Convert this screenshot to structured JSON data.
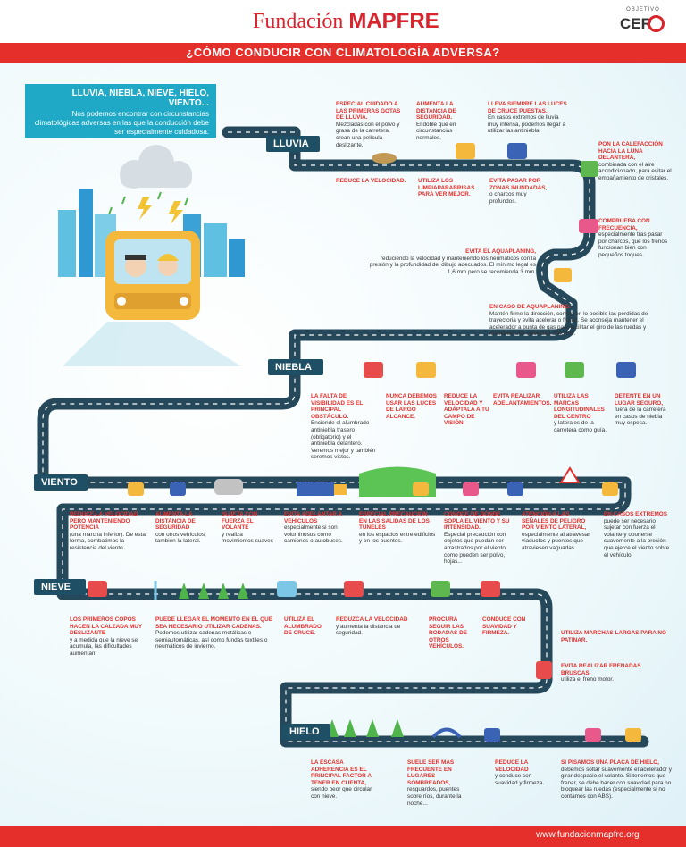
{
  "header": {
    "brand_serif": "Fundación",
    "brand_bold": "MAPFRE",
    "objective_small": "OBJETIVO",
    "objective_big": "CER"
  },
  "title": "¿CÓMO CONDUCIR CON CLIMATOLOGÍA ADVERSA?",
  "intro": {
    "title": "LLUVIA, NIEBLA, NIEVE, HIELO, VIENTO...",
    "body": "Nos podemos encontrar con circunstancias climatológicas adversas en las que la conducción debe ser especialmente cuidadosa."
  },
  "sections": {
    "lluvia": "LLUVIA",
    "niebla": "NIEBLA",
    "viento": "VIENTO",
    "nieve": "NIEVE",
    "hielo": "HIELO"
  },
  "lluvia": [
    {
      "h": "Especial cuidado a las primeras gotas de lluvia.",
      "b": "Mezcladas con el polvo y grasa de la carretera, crean una película deslizante."
    },
    {
      "h": "Aumenta la distancia de seguridad.",
      "b": "El doble que en circunstancias normales."
    },
    {
      "h": "Lleva siempre las luces de cruce puestas.",
      "b": "En casos extremos de lluvia muy intensa, podemos llegar a utilizar las antiniebla."
    },
    {
      "h": "Reduce la velocidad.",
      "b": ""
    },
    {
      "h": "Utiliza los limpiaparabrisas para ver mejor.",
      "b": ""
    },
    {
      "h": "Evita pasar por zonas inundadas,",
      "b": "o charcos muy profundos."
    },
    {
      "h": "Pon la calefacción hacia la luna delantera,",
      "b": "combinada con el aire acondicionado, para evitar el empañamiento de cristales."
    },
    {
      "h": "Comprueba con frecuencia,",
      "b": "especialmente tras pasar por charcos, que los frenos funcionan bien con pequeños toques."
    },
    {
      "h": "Evita el aquaplaning,",
      "b": "reduciendo la velocidad y manteniendo los neumáticos con la presión y la profundidad del dibujo adecuados. El mínimo legal es 1,6 mm pero se recomienda 3 mm."
    },
    {
      "h": "En caso de aquaplaning:",
      "b": "Mantén firme la dirección, corrige en lo posible las pérdidas de trayectoria y evita acelerar o frenar. Se aconseja mantener el acelerador a punta de gas para facilitar el giro de las ruedas y mantener una velocidad uniforme."
    }
  ],
  "niebla": [
    {
      "h": "La falta de visibilidad es el principal obstáculo.",
      "b": "Enciende el alumbrado antiniebla trasero (obligatorio) y el antiniebla delantero. Veremos mejor y también seremos vistos."
    },
    {
      "h": "Nunca debemos usar las luces de largo alcance.",
      "b": ""
    },
    {
      "h": "Reduce la velocidad y adáptala a tu campo de visión.",
      "b": ""
    },
    {
      "h": "Evita realizar adelantamientos.",
      "b": ""
    },
    {
      "h": "Utiliza las marcas longitudinales del centro",
      "b": "y laterales de la carretera como guía."
    },
    {
      "h": "Detente en un lugar seguro,",
      "b": "fuera de la carretera en casos de niebla muy espesa."
    }
  ],
  "viento": [
    {
      "h": "Reduce la velocidad pero manteniendo potencia",
      "b": "(una marcha inferior). De esta forma, combatimos la resistencia del viento."
    },
    {
      "h": "Aumenta la distancia de seguridad",
      "b": "con otros vehículos, también la lateral."
    },
    {
      "h": "Sujeta con fuerza el volante",
      "b": "y realiza movimientos suaves"
    },
    {
      "h": "Evita adelantar a vehículos",
      "b": "especialmente si son voluminosos como camiones o autobuses."
    },
    {
      "h": "Especial precaución en las salidas de los túneles",
      "b": "en los espacios entre edificios y en los puentes."
    },
    {
      "h": "Conoce de dónde sopla el viento y su intensidad.",
      "b": "Especial precaución con objetos que puedan ser arrastrados por el viento como pueden ser polvo, hojas..."
    },
    {
      "h": "Atención a las señales de peligro por viento lateral,",
      "b": "especialmente al atravesar viaductos y puentes que atraviesen vaguadas."
    },
    {
      "h": "En casos extremos",
      "b": "puede ser necesario sujetar con fuerza el volante y oponerse suavemente a la presión que ejerce el viento sobre el vehículo."
    }
  ],
  "nieve": [
    {
      "h": "Los primeros copos hacen la calzada muy deslizante",
      "b": "y a medida que la nieve se acumula, las dificultades aumentan."
    },
    {
      "h": "Puede llegar el momento en el que sea necesario utilizar cadenas.",
      "b": "Podemos utilizar cadenas metálicas o semiautomáticas, así como fundas textiles o neumáticos de invierno."
    },
    {
      "h": "Utiliza el alumbrado de cruce.",
      "b": ""
    },
    {
      "h": "Reduzca la velocidad",
      "b": "y aumenta la distancia de seguridad."
    },
    {
      "h": "Procura seguir las rodadas de otros vehículos.",
      "b": ""
    },
    {
      "h": "Conduce con suavidad y firmeza.",
      "b": ""
    },
    {
      "h": "Utiliza marchas largas para no patinar.",
      "b": ""
    },
    {
      "h": "Evita realizar frenadas bruscas,",
      "b": "utiliza el freno motor."
    }
  ],
  "hielo": [
    {
      "h": "La escasa adherencia es el principal factor a tener en cuenta,",
      "b": "siendo peor que circular con nieve."
    },
    {
      "h": "Suele ser más frecuente en lugares sombreados,",
      "b": "resguardos, puentes sobre ríos, durante la noche..."
    },
    {
      "h": "Reduce la velocidad",
      "b": "y conduce con suavidad y firmeza."
    },
    {
      "h": "Si pisamos una placa de hielo,",
      "b": "debemos soltar suavemente el acelerador y girar despacio el volante. Si tenemos que frenar, se debe hacer con suavidad para no bloquear las ruedas (especialmente si no contamos con ABS)."
    }
  ],
  "footer": {
    "url": "www.fundacionmapfre.org"
  },
  "colors": {
    "accent": "#e52f2b",
    "road": "#25485a",
    "teal": "#1fa9c6",
    "label_bg": "#1f4f64"
  }
}
